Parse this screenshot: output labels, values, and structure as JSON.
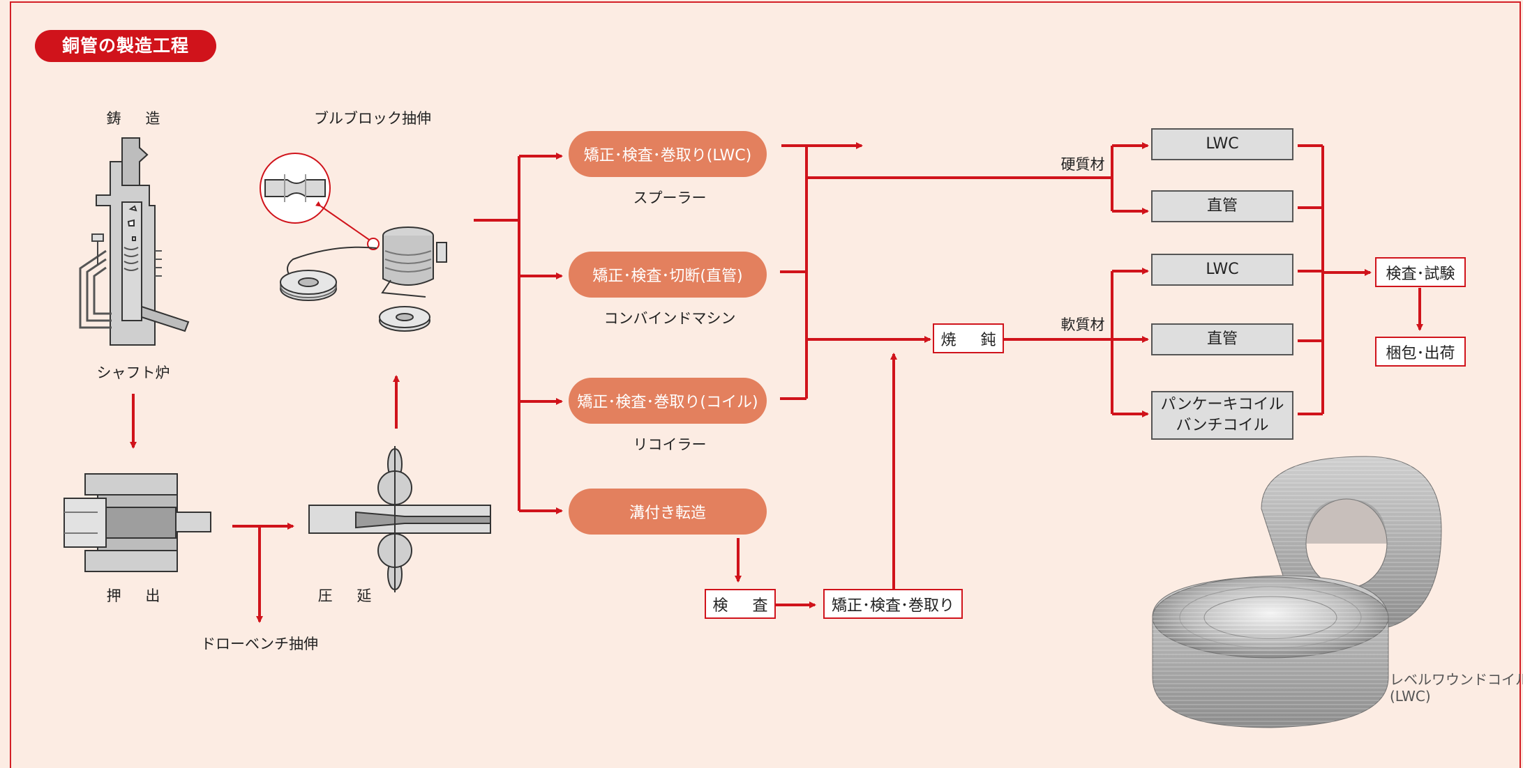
{
  "title": "銅管の製造工程",
  "equipment_labels": {
    "casting": "鋳 造",
    "shaft_furnace": "シャフト炉",
    "extrusion": "押 出",
    "rolling": "圧 延",
    "draw_bench": "ドローベンチ抽伸",
    "bull_block": "ブルブロック抽伸"
  },
  "processes": {
    "lwc_line": "矯正･検査･巻取り(LWC)",
    "lwc_machine": "スプーラー",
    "straight_line": "矯正･検査･切断(直管)",
    "straight_machine": "コンバインドマシン",
    "coil_line": "矯正･検査･巻取り(コイル)",
    "coil_machine": "リコイラー",
    "grooving": "溝付き転造"
  },
  "grooved_flow": {
    "inspection": "検 査",
    "straighten": "矯正･検査･巻取り"
  },
  "annealing": "焼 鈍",
  "hard": {
    "label": "硬質材",
    "products": [
      "LWC",
      "直管"
    ]
  },
  "soft": {
    "label": "軟質材",
    "products": [
      "LWC",
      "直管",
      "パンケーキコイル",
      "バンチコイル"
    ]
  },
  "final": {
    "test": "検査･試験",
    "ship": "梱包･出荷"
  },
  "photo_caption": [
    "レベルワウンドコイル",
    "(LWC)"
  ],
  "colors": {
    "accent": "#d0131b",
    "pill": "#e3805e",
    "background": "#fcece3",
    "product_box": "#dedede"
  }
}
